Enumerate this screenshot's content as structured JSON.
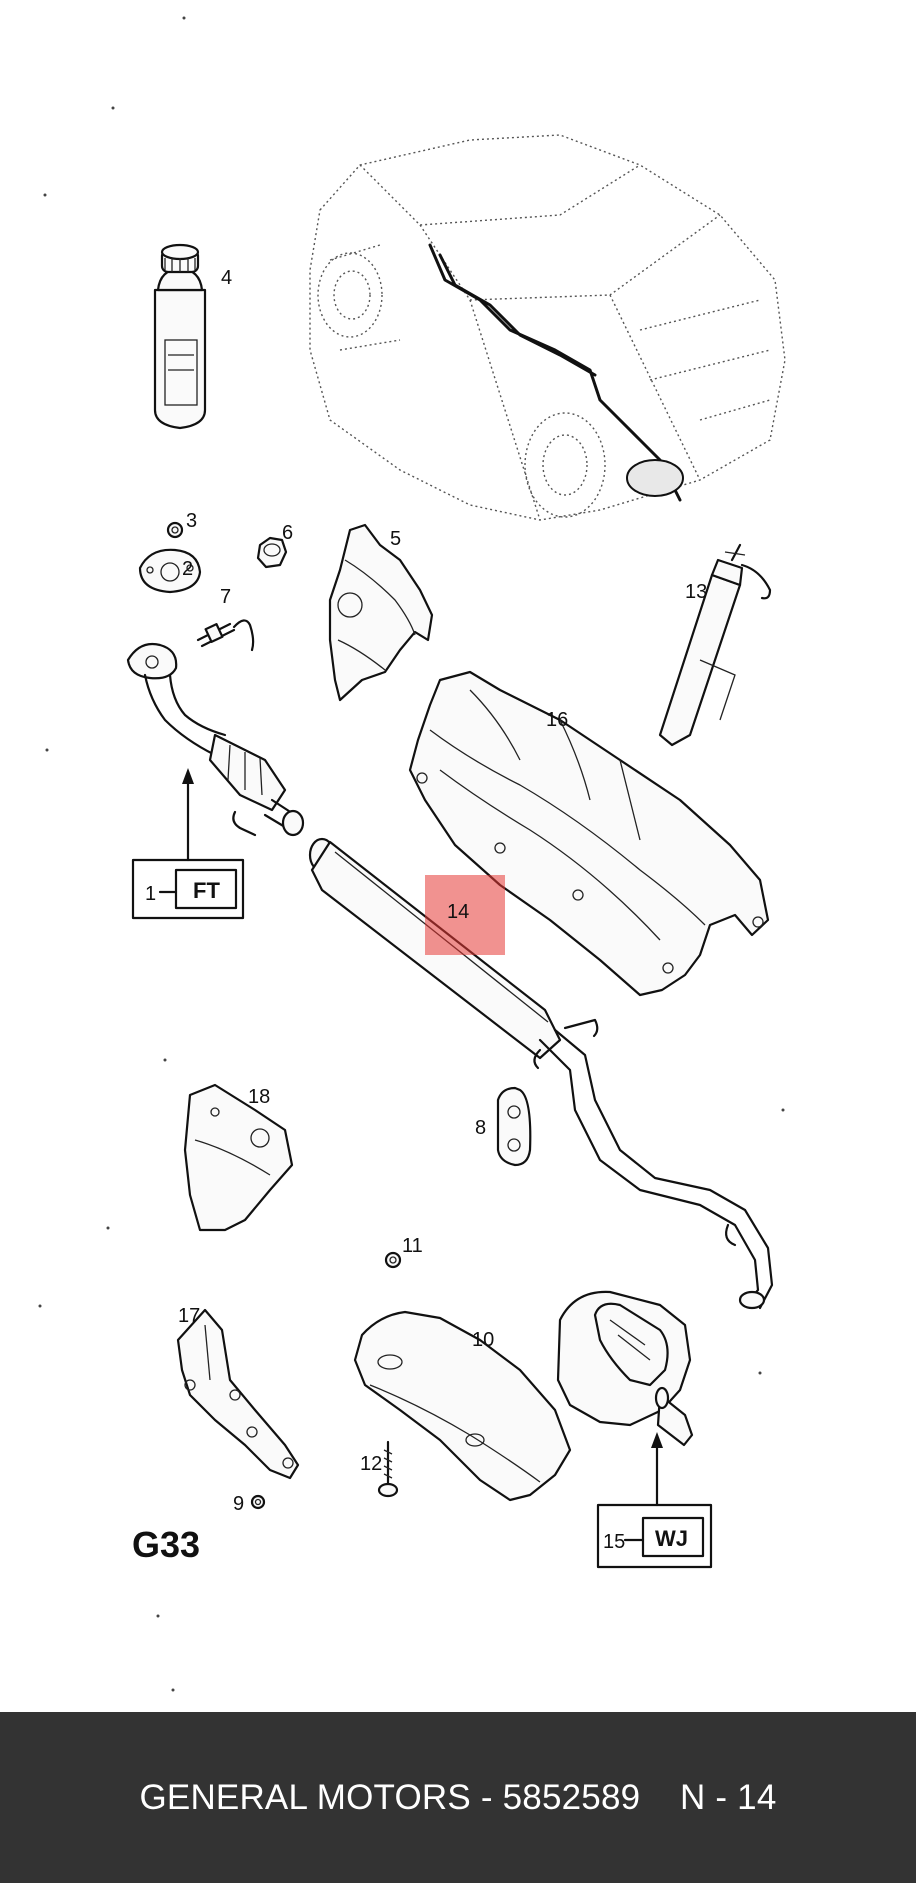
{
  "diagram": {
    "group_code": "G33",
    "highlight_color": "#e53935",
    "callouts": {
      "c1": "1",
      "c2": "2",
      "c3": "3",
      "c4": "4",
      "c5": "5",
      "c6": "6",
      "c7": "7",
      "c8": "8",
      "c9": "9",
      "c10": "10",
      "c11": "11",
      "c12": "12",
      "c13": "13",
      "c14": "14",
      "c15": "15",
      "c16": "16",
      "c17": "17",
      "c18": "18"
    },
    "boxes": {
      "ft": "FT",
      "wj": "WJ"
    }
  },
  "footer": {
    "text": "GENERAL MOTORS - 5852589    N - 14",
    "background": "#333333"
  }
}
